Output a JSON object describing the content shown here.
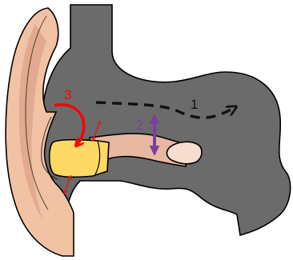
{
  "diagram": {
    "labels": {
      "path_1": "1",
      "path_2": "2",
      "path_3": "3"
    },
    "colors": {
      "cavity": "#6b6b6b",
      "skin": "#f2c2a4",
      "skin_shadow": "#d99d84",
      "canal_tube": "#e9b8a2",
      "earplug": "#ffd966",
      "path_1": "#111111",
      "path_2": "#7a3fa0",
      "path_3": "#ff0000",
      "vibration_arrows": "#e0181c",
      "outline": "#000000"
    },
    "icons": {
      "path_1": "dashed-arrow-icon",
      "path_2": "double-headed-arrow-icon",
      "path_3": "curved-arrow-icon",
      "vibration": "small-double-arrow-icon"
    }
  }
}
